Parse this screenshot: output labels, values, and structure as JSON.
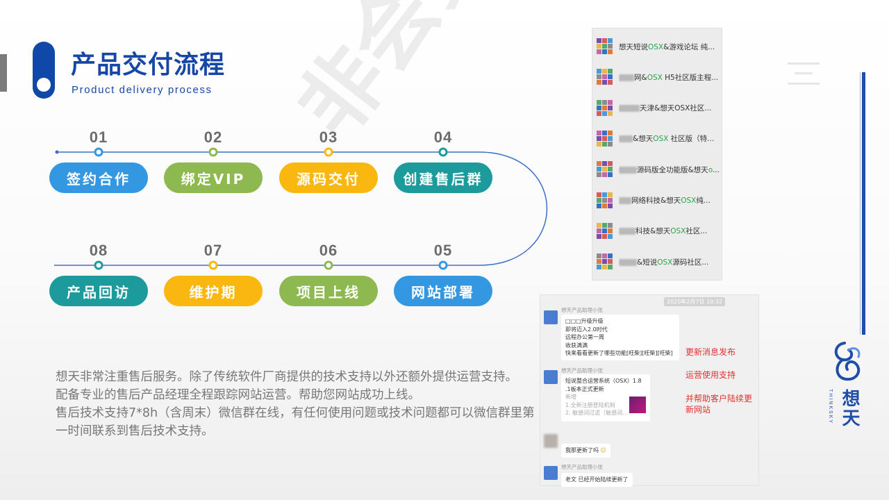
{
  "header": {
    "title_zh": "产品交付流程",
    "title_en": "Product delivery process"
  },
  "watermark": "非会员水印",
  "steps": [
    {
      "num": "01",
      "label": "签约合作",
      "color": "#3497e2"
    },
    {
      "num": "02",
      "label": "绑定VIP",
      "color": "#8eb950"
    },
    {
      "num": "03",
      "label": "源码交付",
      "color": "#f9b70f"
    },
    {
      "num": "04",
      "label": "创建售后群",
      "color": "#1d9a9c"
    },
    {
      "num": "05",
      "label": "网站部署",
      "color": "#3497e2"
    },
    {
      "num": "06",
      "label": "项目上线",
      "color": "#8eb950"
    },
    {
      "num": "07",
      "label": "维护期",
      "color": "#f9b70f"
    },
    {
      "num": "08",
      "label": "产品回访",
      "color": "#1d9a9c"
    }
  ],
  "line_color": "#3b6fc7",
  "paragraph": {
    "line1": "想天非常注重售后服务。除了传统软件厂商提供的技术支持以外还额外提供运营支持。",
    "line2": "配备专业的售后产品经理全程跟踪网站运营。帮助您网站成功上线。",
    "line3": "售后技术支持7*8h（含周末）微信群在线，有任何使用问题或技术问题都可以微信群里第一时间联系到售后技术支持。"
  },
  "groups": [
    {
      "pre": "想天短说",
      "green": "OSX",
      "post": "&游戏论坛 纯..."
    },
    {
      "pre": "网&",
      "green": "OSX",
      "post": " H5社区版主程..."
    },
    {
      "pre": "天津",
      "green": "",
      "post": "&想天OSX社区..."
    },
    {
      "pre": "&想天",
      "green": "OSX",
      "post": " 社区版（特..."
    },
    {
      "pre": "源码版全功能版&想天",
      "green": "o",
      "post": "..."
    },
    {
      "pre": "网络科技&想天",
      "green": "OSX",
      "post": "纯..."
    },
    {
      "pre": "科技&想天",
      "green": "OSX",
      "post": "社区..."
    },
    {
      "pre": "&短说",
      "green": "OSX",
      "post": "源码社区..."
    }
  ],
  "chat": {
    "timestamp": "2020年2月7日 10:32",
    "sender": "想天产品助理小张",
    "msg1": [
      "□□□升级升级",
      "即将迈入2.0时代",
      "远程办公第一周",
      "收获满满",
      "快来看看更新了哪些功能[旺柴][旺柴][旺柴]"
    ],
    "msg2_title": [
      "短说整合运营系统（OSX）1.8",
      ".1板本正式更新"
    ],
    "msg2_sub": [
      "新增",
      "1.全新注册登陆机制",
      "2. 敏感词过滤（敏感词..."
    ],
    "msg3": "我那更新了吗",
    "msg4": "老文 已经开始陆续更新了"
  },
  "notes": {
    "n1": "更新消息发布",
    "n2": "运营使用支持",
    "n3a": "并帮助客户陆续更",
    "n3b": "新网站"
  },
  "logo": {
    "zh": "想天",
    "en": "THINKSKY"
  },
  "colors": {
    "brand": "#1747a6"
  }
}
